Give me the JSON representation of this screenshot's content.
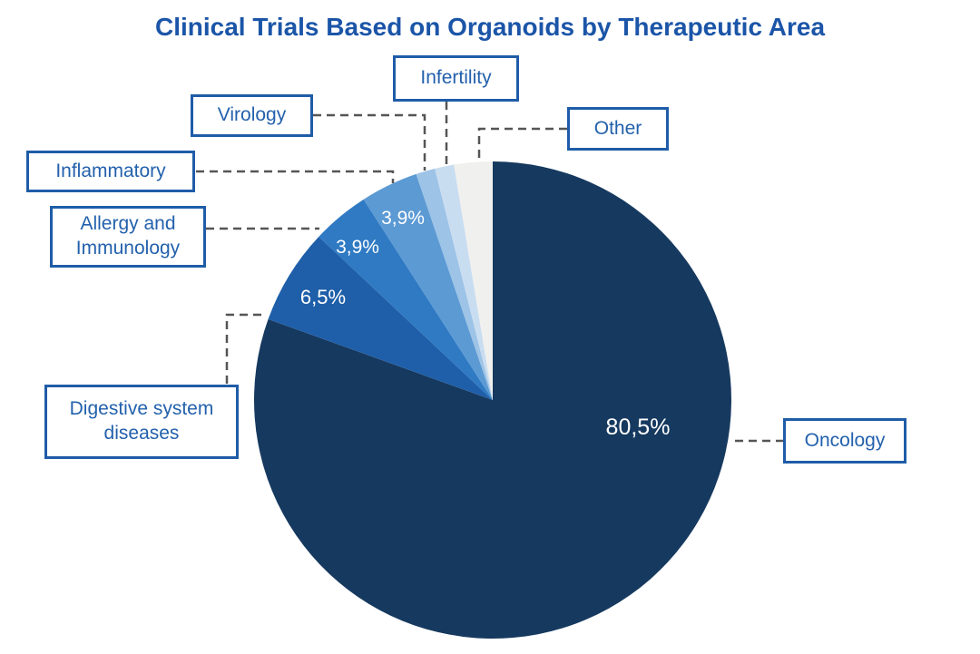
{
  "title": "Clinical Trials Based on Organoids by Therapeutic Area",
  "chart_data": {
    "type": "pie",
    "title": "Clinical Trials Based on Organoids by Therapeutic Area",
    "unit": "%",
    "decimal_separator": ",",
    "start_angle": "12 o'clock",
    "direction": "clockwise",
    "legend_position": "callout-boxes-around-pie",
    "slices": [
      {
        "label": "Oncology",
        "value": 80.5,
        "display": "80,5%",
        "color": "#16395F"
      },
      {
        "label": "Digestive system diseases",
        "value": 6.5,
        "display": "6,5%",
        "color": "#1F5FA9"
      },
      {
        "label": "Allergy and Immunology",
        "value": 3.9,
        "display": "3,9%",
        "color": "#2F7AC3"
      },
      {
        "label": "Inflammatory",
        "value": 3.9,
        "display": "3,9%",
        "color": "#5C9AD4"
      },
      {
        "label": "Virology",
        "value": 1.3,
        "display": "",
        "color": "#9DC3E6"
      },
      {
        "label": "Infertility",
        "value": 1.3,
        "display": "",
        "color": "#C9DDF1"
      },
      {
        "label": "Other",
        "value": 2.6,
        "display": "",
        "color": "#F0F0EE"
      }
    ]
  },
  "callouts": {
    "infertility": "Infertility",
    "virology": "Virology",
    "other": "Other",
    "inflammatory": "Inflammatory",
    "allergy": "Allergy and Immunology",
    "digestive": "Digestive system diseases",
    "oncology": "Oncology"
  },
  "colors": {
    "title_text": "#1B55A8",
    "callout_text": "#2361AC",
    "callout_border": "#1F5CA8",
    "leader_dash": "#555555",
    "value_label_text": "#FFFFFF",
    "background": "#FFFFFF"
  }
}
